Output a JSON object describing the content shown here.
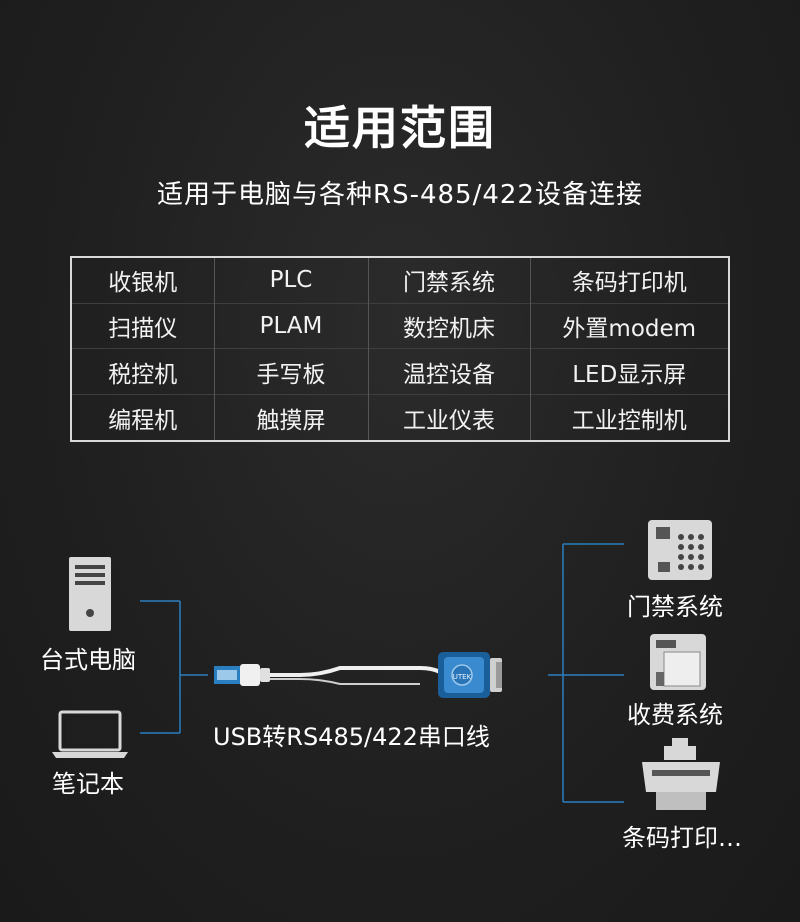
{
  "header": {
    "title": "适用范围",
    "subtitle": "适用于电脑与各种RS-485/422设备连接"
  },
  "devices_table": [
    [
      "收银机",
      "PLC",
      "门禁系统",
      "条码打印机"
    ],
    [
      "扫描仪",
      "PLAM",
      "数控机床",
      "外置modem"
    ],
    [
      "税控机",
      "手写板",
      "温控设备",
      "LED显示屏"
    ],
    [
      "编程机",
      "触摸屏",
      "工业仪表",
      "工业控制机"
    ]
  ],
  "diagram": {
    "left_devices": [
      "台式电脑",
      "笔记本"
    ],
    "cable_label": "USB转RS485/422串口线",
    "right_devices": [
      "门禁系统",
      "收费系统",
      "条码打印…"
    ],
    "connector_badge": "UTEK",
    "line_color": "#2a7fc0"
  }
}
